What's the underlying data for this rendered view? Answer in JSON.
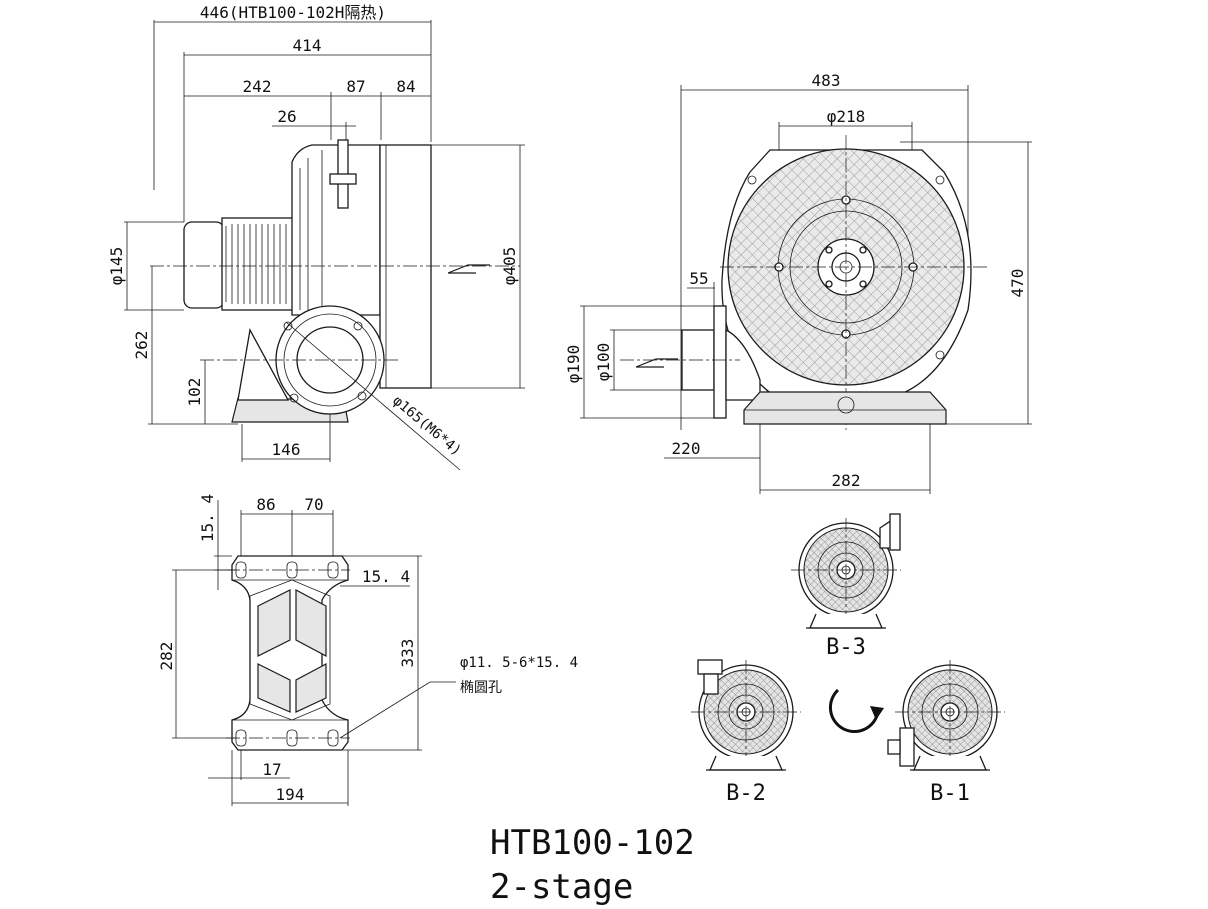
{
  "side_view": {
    "dim_total": "446(HTB100-102H隔热)",
    "dim_414": "414",
    "dim_242": "242",
    "dim_87": "87",
    "dim_84": "84",
    "dim_26": "26",
    "dim_phi145": "φ145",
    "dim_phi405": "φ405",
    "dim_262": "262",
    "dim_102": "102",
    "dim_146": "146",
    "dim_phi165": "φ165(M6*4)"
  },
  "front_view": {
    "dim_483": "483",
    "dim_phi218": "φ218",
    "dim_470": "470",
    "dim_55": "55",
    "dim_phi190": "φ190",
    "dim_phi100": "φ100",
    "dim_220": "220",
    "dim_282": "282"
  },
  "base_view": {
    "dim_15_4_top": "15. 4",
    "dim_86": "86",
    "dim_70": "70",
    "dim_15_4_side": "15. 4",
    "dim_282": "282",
    "dim_333": "333",
    "hole_spec": "φ11. 5-6*15. 4",
    "hole_note": "椭圆孔",
    "dim_17": "17",
    "dim_194": "194"
  },
  "orientations": {
    "b3": "B-3",
    "b2": "B-2",
    "b1": "B-1"
  },
  "model": {
    "name": "HTB100-102",
    "stage": "2-stage"
  }
}
